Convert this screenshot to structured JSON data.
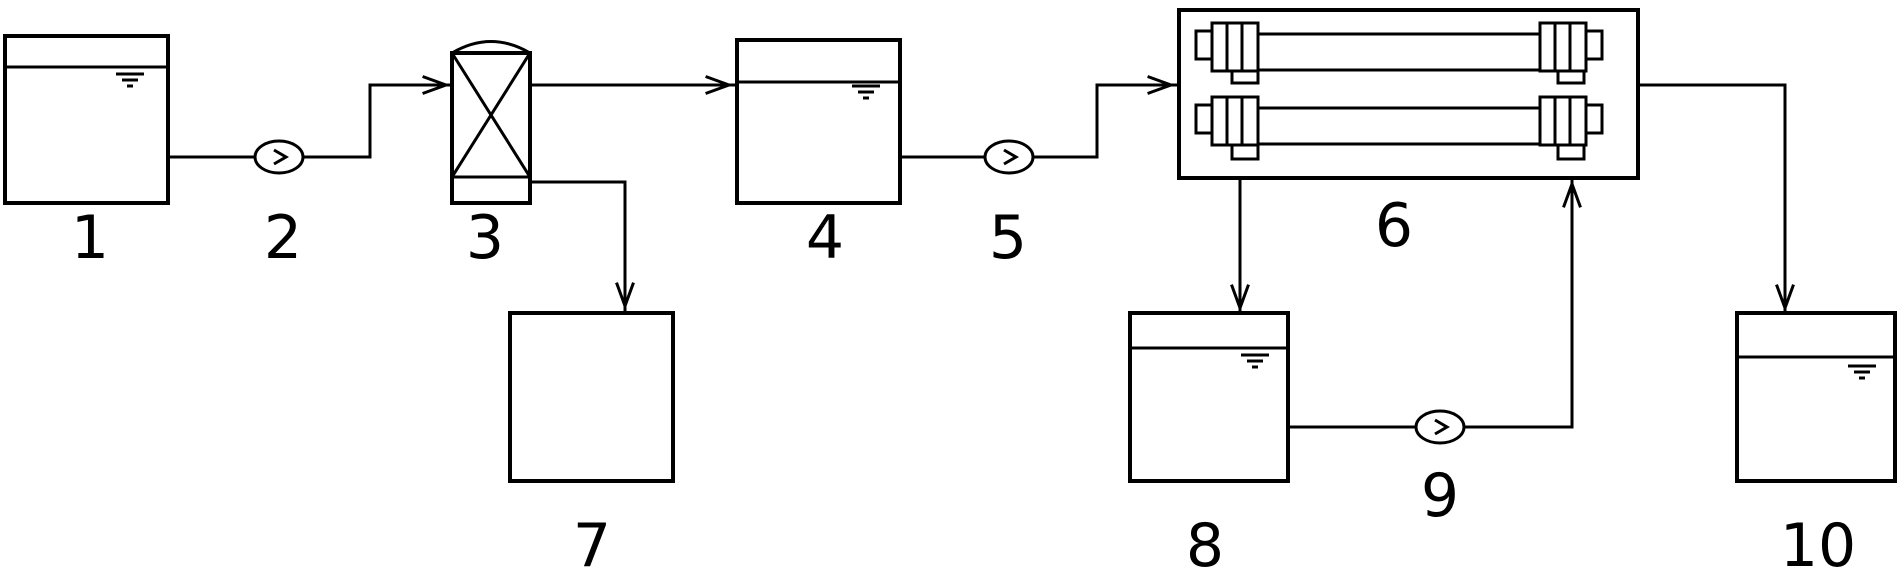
{
  "labels": {
    "n1": "1",
    "n2": "2",
    "n3": "3",
    "n4": "4",
    "n5": "5",
    "n6": "6",
    "n7": "7",
    "n8": "8",
    "n9": "9",
    "n10": "10"
  },
  "colors": {
    "stroke": "#000000",
    "background": "#ffffff"
  },
  "icons": [
    "pump-icon",
    "water-level-icon",
    "arrow-head-icon"
  ]
}
